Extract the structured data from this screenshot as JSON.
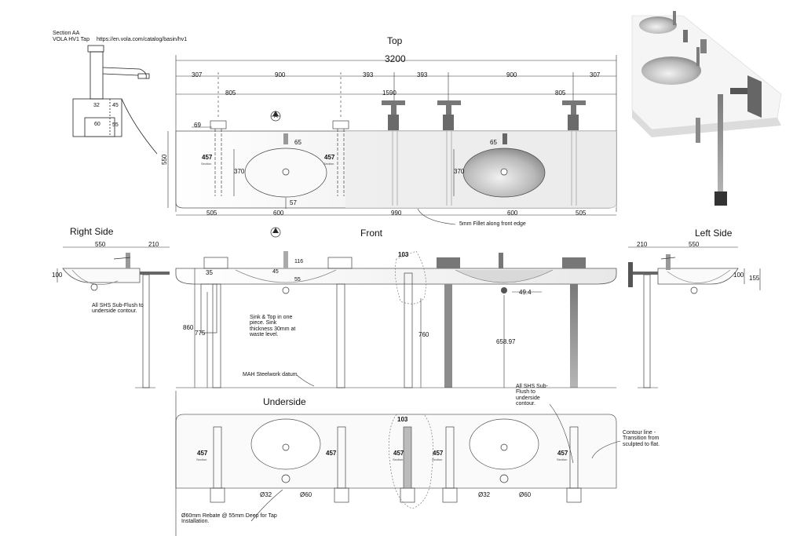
{
  "header": {
    "section": "Section AA",
    "tap_label": "VOLA HV1 Tap",
    "tap_url": "https://en.vola.com/catalog/basin/hv1"
  },
  "views": {
    "top": "Top",
    "front": "Front",
    "right_side": "Right Side",
    "left_side": "Left Side",
    "underside": "Underside"
  },
  "section_marker": "A",
  "dims": {
    "overall": "3200",
    "row1": [
      "307",
      "900",
      "393",
      "393",
      "900",
      "307"
    ],
    "row2": [
      "805",
      "1590",
      "805"
    ],
    "top_depth": "550",
    "top_69": "69",
    "top_65a": "65",
    "top_65b": "65",
    "top_370a": "370",
    "top_370b": "370",
    "top_457": "457",
    "top_57": "57",
    "bottom_row": [
      "505",
      "600",
      "990",
      "600",
      "505"
    ],
    "right_550": "550",
    "right_210": "210",
    "right_100": "100",
    "left_210": "210",
    "left_550": "550",
    "left_100": "100",
    "left_155": "155",
    "front_35": "35",
    "front_45": "45",
    "front_55": "55",
    "front_116": "116",
    "front_103": "103",
    "front_49": "49.4",
    "front_860": "860",
    "front_775": "775",
    "front_760": "760",
    "front_658": "658.97",
    "under_103": "103",
    "under_457": "457",
    "under_d32": "Ø32",
    "under_d60": "Ø60",
    "aa_32": "32",
    "aa_45": "45",
    "aa_60": "60",
    "aa_55": "55",
    "section_label": "Section"
  },
  "notes": {
    "fillet": "5mm Fillet along front edge",
    "shs_right": "All SHS Sub-Flush to underside contour.",
    "sink_top": "Sink & Top in one piece. Sink thickness 30mm at waste level.",
    "datum": "MAH Steelwork datum",
    "shs_under": "All SHS Sub-Flush to underside contour.",
    "contour": "Contour line - Transition from sculpted to flat.",
    "rebate": "Ø60mm Rebate @ 55mm Deep for Tap Installation."
  }
}
